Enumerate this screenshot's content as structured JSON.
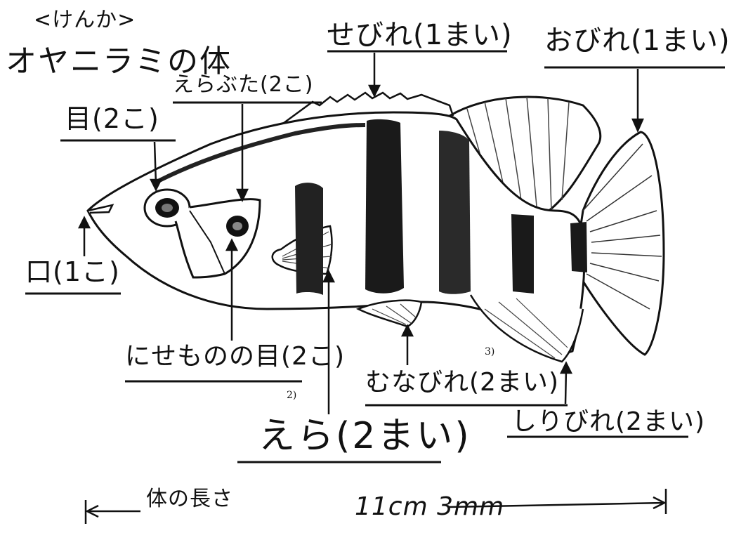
{
  "title": {
    "subtitle": "<けんか>",
    "main": "オヤニラミの体"
  },
  "labels": {
    "sebire": "せびれ(1まい)",
    "obire": "おびれ(1まい)",
    "erabuta": "えらぶた(2こ)",
    "me": "目(2こ)",
    "kuchi": "口(1こ)",
    "nisemono_no_me": "にせものの目(2こ)",
    "munabire": "むなびれ(2まい)",
    "shiribire": "しりびれ(2まい)",
    "era": "えら(2まい)"
  },
  "notes": {
    "n2": "2)",
    "n3": "3)"
  },
  "measurement": {
    "label": "体の長さ",
    "value": "11cm 3mm"
  }
}
